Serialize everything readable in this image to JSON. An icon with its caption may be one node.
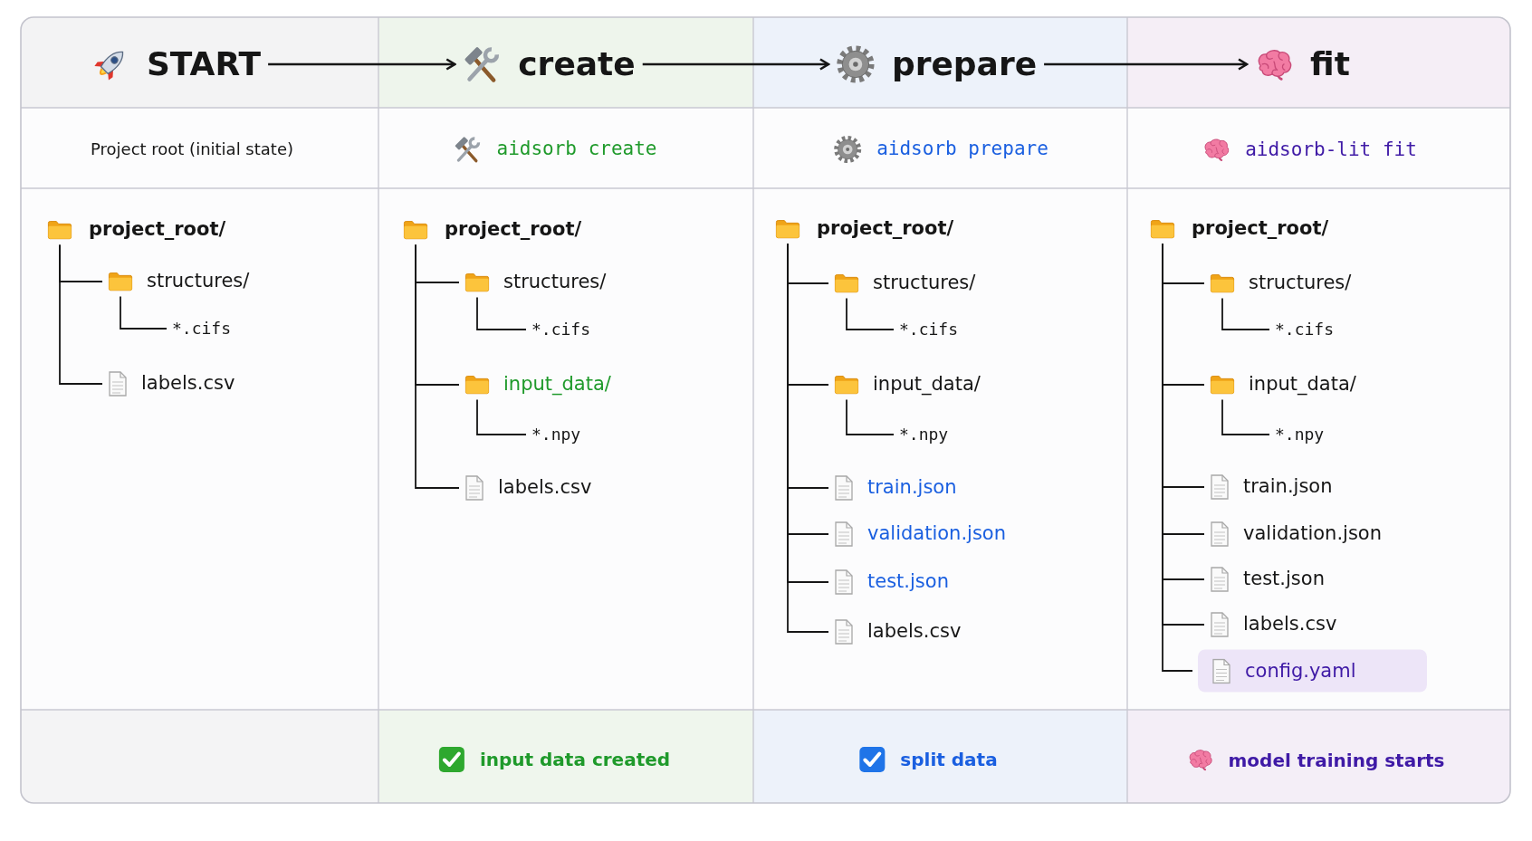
{
  "diagram": {
    "nodes": [
      {
        "text": [
          "START"
        ]
      },
      {
        "text": [
          "create"
        ]
      },
      {
        "text": [
          "prepare"
        ]
      },
      {
        "text": [
          "fit"
        ]
      },
      {
        "text": [
          "Project root (initial state)"
        ]
      },
      {
        "text": [
          "aidsorb create"
        ]
      },
      {
        "text": [
          "aidsorb prepare"
        ]
      },
      {
        "text": [
          "aidsorb-lit fit"
        ]
      },
      {
        "text": [
          "project_root/"
        ]
      },
      {
        "text": [
          "structures/"
        ]
      },
      {
        "text": [
          "*.cifs"
        ]
      },
      {
        "text": [
          "labels.csv"
        ]
      },
      {
        "text": [
          "project_root/"
        ]
      },
      {
        "text": [
          "structures/"
        ]
      },
      {
        "text": [
          "*.cifs"
        ]
      },
      {
        "text": [
          "input_data/"
        ]
      },
      {
        "text": [
          "*.npy"
        ]
      },
      {
        "text": [
          "labels.csv"
        ]
      },
      {
        "text": [
          "project_root/"
        ]
      },
      {
        "text": [
          "structures/"
        ]
      },
      {
        "text": [
          "*.cifs"
        ]
      },
      {
        "text": [
          "input_data/"
        ]
      },
      {
        "text": [
          "*.npy"
        ]
      },
      {
        "text": [
          "train.json"
        ]
      },
      {
        "text": [
          "validation.json"
        ]
      },
      {
        "text": [
          "test.json"
        ]
      },
      {
        "text": [
          "labels.csv"
        ]
      },
      {
        "text": [
          "project_root/"
        ]
      },
      {
        "text": [
          "structures/"
        ]
      },
      {
        "text": [
          "*.cifs"
        ]
      },
      {
        "text": [
          "input_data/"
        ]
      },
      {
        "text": [
          "*.npy"
        ]
      },
      {
        "text": [
          "train.json"
        ]
      },
      {
        "text": [
          "validation.json"
        ]
      },
      {
        "text": [
          "test.json"
        ]
      },
      {
        "text": [
          "labels.csv"
        ]
      },
      {
        "text": [
          "config.yaml"
        ]
      },
      {
        "text": [
          "input data created"
        ]
      },
      {
        "text": [
          "split data"
        ]
      },
      {
        "text": [
          "model training starts"
        ]
      }
    ],
    "edges": [
      {
        "from": 0,
        "to": 1,
        "arrow": "to"
      },
      {
        "from": 1,
        "to": 2,
        "arrow": "to"
      },
      {
        "from": 2,
        "to": 3,
        "arrow": "to"
      },
      {
        "from": 8,
        "to": 9,
        "arrow": "none"
      },
      {
        "from": 9,
        "to": 10,
        "arrow": "none"
      },
      {
        "from": 8,
        "to": 11,
        "arrow": "none"
      },
      {
        "from": 12,
        "to": 13,
        "arrow": "none"
      },
      {
        "from": 13,
        "to": 14,
        "arrow": "none"
      },
      {
        "from": 12,
        "to": 15,
        "arrow": "none"
      },
      {
        "from": 15,
        "to": 16,
        "arrow": "none"
      },
      {
        "from": 12,
        "to": 17,
        "arrow": "none"
      },
      {
        "from": 18,
        "to": 19,
        "arrow": "none"
      },
      {
        "from": 19,
        "to": 20,
        "arrow": "none"
      },
      {
        "from": 18,
        "to": 21,
        "arrow": "none"
      },
      {
        "from": 21,
        "to": 22,
        "arrow": "none"
      },
      {
        "from": 18,
        "to": 23,
        "arrow": "none"
      },
      {
        "from": 18,
        "to": 24,
        "arrow": "none"
      },
      {
        "from": 18,
        "to": 25,
        "arrow": "none"
      },
      {
        "from": 18,
        "to": 26,
        "arrow": "none"
      },
      {
        "from": 27,
        "to": 28,
        "arrow": "none"
      },
      {
        "from": 28,
        "to": 29,
        "arrow": "none"
      },
      {
        "from": 27,
        "to": 30,
        "arrow": "none"
      },
      {
        "from": 30,
        "to": 31,
        "arrow": "none"
      },
      {
        "from": 27,
        "to": 32,
        "arrow": "none"
      },
      {
        "from": 27,
        "to": 33,
        "arrow": "none"
      },
      {
        "from": 27,
        "to": 34,
        "arrow": "none"
      },
      {
        "from": 27,
        "to": 35,
        "arrow": "none"
      },
      {
        "from": 27,
        "to": 36,
        "arrow": "none"
      }
    ]
  }
}
